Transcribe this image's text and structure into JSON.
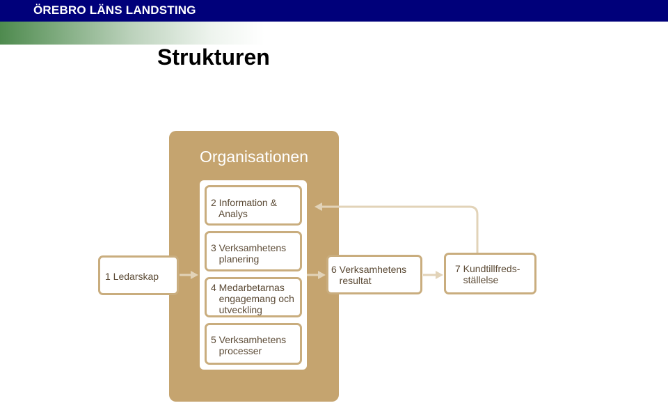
{
  "header": {
    "org_name": "ÖREBRO LÄNS LANDSTING",
    "title": "Strukturen"
  },
  "diagram": {
    "container_label": "Organisationen",
    "nodes": {
      "leadership": "1 Ledarskap",
      "information": "2 Information &\n   Analys",
      "planning": "3 Verksamhetens\n   planering",
      "employees": "4 Medarbetarnas\n   engagemang och\n   utveckling",
      "processes": "5 Verksamhetens\n   processer",
      "results": "6 Verksamhetens\n   resultat",
      "satisfaction": "7 Kundtillfreds-\n   ställelse"
    }
  },
  "colors": {
    "header_bar": "#00007a",
    "accent_green": "#4e8a4e",
    "container_fill": "#c5a46f",
    "node_border": "#c9ad7e",
    "node_text": "#5b4a35",
    "arrow": "#e2d3b8"
  }
}
